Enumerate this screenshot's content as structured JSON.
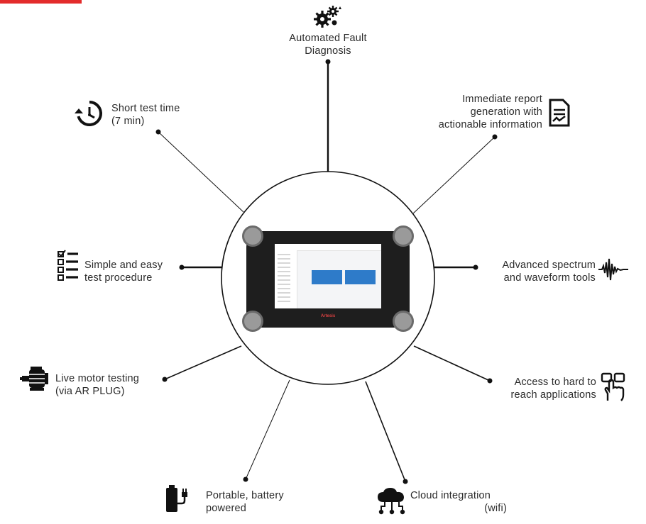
{
  "features": {
    "automated": {
      "line1": "Automated Fault",
      "line2": "Diagnosis",
      "icon": "gears-icon"
    },
    "short_test": {
      "line1": "Short test time",
      "line2": "(7 min)",
      "icon": "clock-icon"
    },
    "report": {
      "line1": "Immediate report",
      "line2": "generation with",
      "line3": "actionable information",
      "icon": "report-document-icon"
    },
    "simple": {
      "line1": "Simple and easy",
      "line2": "test procedure",
      "icon": "checklist-icon"
    },
    "spectrum": {
      "line1": "Advanced spectrum",
      "line2": "and waveform tools",
      "icon": "waveform-icon"
    },
    "live_motor": {
      "line1": "Live motor testing",
      "line2": "(via AR PLUG)",
      "icon": "motor-icon"
    },
    "access": {
      "line1": "Access to hard to",
      "line2": "reach applications",
      "icon": "touch-hand-icon"
    },
    "portable": {
      "line1": "Portable, battery",
      "line2": "powered",
      "icon": "battery-plug-icon"
    },
    "cloud": {
      "line1": "Cloud integration",
      "line2": "(wifi)",
      "icon": "cloud-network-icon"
    }
  },
  "device": {
    "brand": "Artesis"
  },
  "colors": {
    "accent": "#e32b2b",
    "line": "#111111",
    "tile": "#2e7bc9"
  }
}
